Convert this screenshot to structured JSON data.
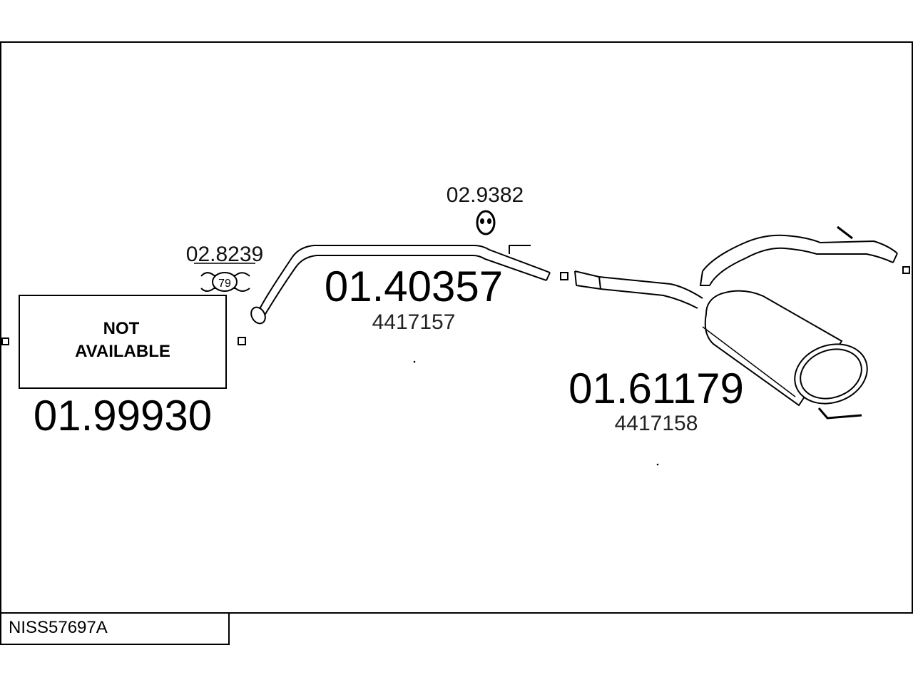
{
  "diagram_code": "NISS57697A",
  "parts": [
    {
      "part_number": "01.99930",
      "status": "NOT AVAILABLE"
    },
    {
      "part_number": "01.40357",
      "oe_number": "4417157"
    },
    {
      "part_number": "01.61179",
      "oe_number": "4417158"
    },
    {
      "part_number": "02.8239",
      "clamp_size": "79"
    },
    {
      "part_number": "02.9382"
    }
  ],
  "not_available_lines": [
    "NOT",
    "AVAILABLE"
  ]
}
